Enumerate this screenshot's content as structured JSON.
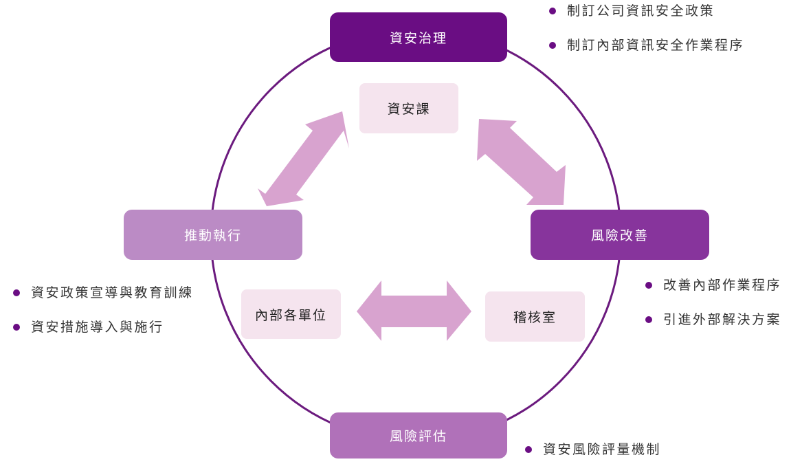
{
  "colors": {
    "circle": "#6B1A7E",
    "governance": "#6A0D83",
    "risk_improve": "#87349C",
    "push_execute": "#BB8BC5",
    "risk_assess": "#B071B9",
    "unit_bg": "#F5E4EE",
    "arrow": "#D8A3CF",
    "bullet": "#6A0D83"
  },
  "phases": {
    "governance": "資安治理",
    "risk_improve": "風險改善",
    "push_execute": "推動執行",
    "risk_assess": "風險評估"
  },
  "units": {
    "security_section": "資安課",
    "internal_units": "內部各單位",
    "audit_office": "稽核室"
  },
  "bullets": {
    "governance": [
      "制訂公司資訊安全政策",
      "制訂內部資訊安全作業程序"
    ],
    "risk_improve": [
      "改善內部作業程序",
      "引進外部解決方案"
    ],
    "push_execute": [
      "資安政策宣導與教育訓練",
      "資安措施導入與施行"
    ],
    "risk_assess": [
      "資安風險評量機制"
    ]
  }
}
